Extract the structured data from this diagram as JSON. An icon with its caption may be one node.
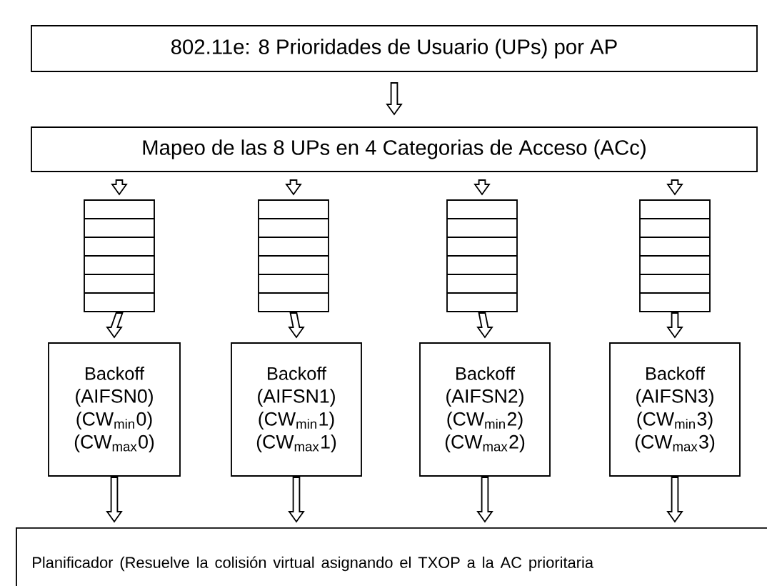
{
  "diagram": {
    "nodes": [
      {
        "text": [
          "802.11e: 8 Prioridades de Usuario (UPs) por AP"
        ]
      },
      {
        "text": [
          "Mapeo de las 8 UPs en 4 Categorias de Acceso (ACc)"
        ]
      },
      {
        "text": [],
        "shape": "queue"
      },
      {
        "text": [],
        "shape": "queue"
      },
      {
        "text": [],
        "shape": "queue"
      },
      {
        "text": [],
        "shape": "queue"
      },
      {
        "text": [
          "Backoff",
          "(AIFSN0)",
          "(CW$_{min}$0)",
          "(CW$_{max}$0)"
        ]
      },
      {
        "text": [
          "Backoff",
          "(AIFSN1)",
          "(CW$_{min}$1)",
          "(CW$_{max}$1)"
        ]
      },
      {
        "text": [
          "Backoff",
          "(AIFSN2)",
          "(CW$_{min}$2)",
          "(CW$_{max}$2)"
        ]
      },
      {
        "text": [
          "Backoff",
          "(AIFSN3)",
          "(CW$_{min}$3)",
          "(CW$_{max}$3)"
        ]
      },
      {
        "text": [
          "Planificador (Resuelve la colisión virtual asignando el TXOP a la AC prioritaria"
        ]
      }
    ],
    "edges": [
      {
        "from": 0,
        "to": 1,
        "arrow": "to"
      },
      {
        "from": 1,
        "to": 2,
        "arrow": "to"
      },
      {
        "from": 1,
        "to": 3,
        "arrow": "to"
      },
      {
        "from": 1,
        "to": 4,
        "arrow": "to"
      },
      {
        "from": 1,
        "to": 5,
        "arrow": "to"
      },
      {
        "from": 2,
        "to": 6,
        "arrow": "to"
      },
      {
        "from": 3,
        "to": 7,
        "arrow": "to"
      },
      {
        "from": 4,
        "to": 8,
        "arrow": "to"
      },
      {
        "from": 5,
        "to": 9,
        "arrow": "to"
      },
      {
        "from": 6,
        "to": 10,
        "arrow": "to"
      },
      {
        "from": 7,
        "to": 10,
        "arrow": "to"
      },
      {
        "from": 8,
        "to": 10,
        "arrow": "to"
      },
      {
        "from": 9,
        "to": 10,
        "arrow": "to"
      }
    ]
  }
}
